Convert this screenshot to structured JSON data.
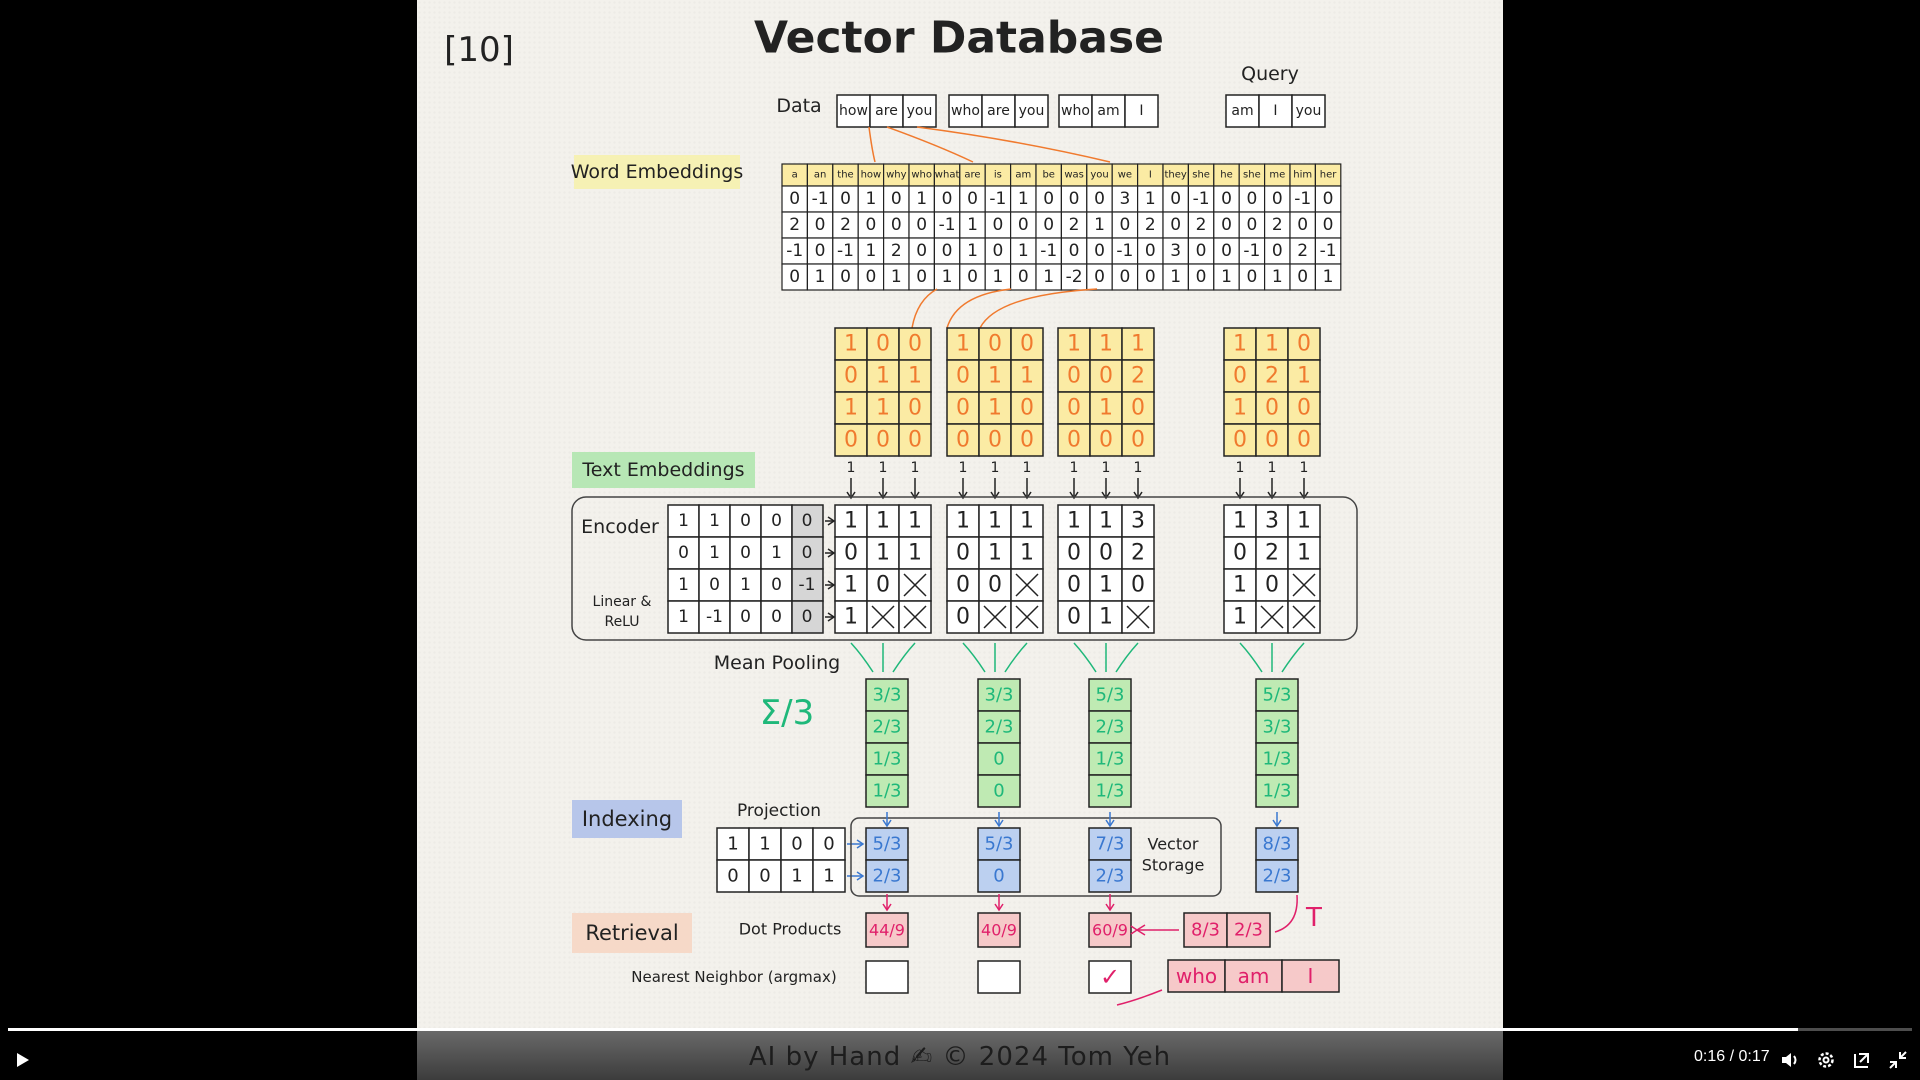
{
  "slide": {
    "number": "[10]",
    "title": "Vector Database",
    "data_label": "Data",
    "query_label": "Query",
    "data_sentences": [
      [
        "how",
        "are",
        "you"
      ],
      [
        "who",
        "are",
        "you"
      ],
      [
        "who",
        "am",
        "I"
      ]
    ],
    "query_words": [
      "am",
      "I",
      "you"
    ],
    "labels": {
      "word_embeddings": "Word Embeddings",
      "text_embeddings": "Text Embeddings",
      "indexing": "Indexing",
      "retrieval": "Retrieval",
      "encoder": "Encoder",
      "linear_relu_1": "Linear &",
      "linear_relu_2": "ReLU",
      "mean_pooling": "Mean Pooling",
      "sigma": "Σ/3",
      "projection": "Projection",
      "vector_storage_1": "Vector",
      "vector_storage_2": "Storage",
      "dot_products": "Dot Products",
      "nearest_neighbor": "Nearest Neighbor (argmax)"
    },
    "vocab": [
      "a",
      "an",
      "the",
      "how",
      "why",
      "who",
      "what",
      "are",
      "is",
      "am",
      "be",
      "was",
      "you",
      "we",
      "I",
      "they",
      "she",
      "he",
      "she",
      "me",
      "him",
      "her"
    ],
    "embedding_rows": [
      [
        "0",
        "-1",
        "0",
        "1",
        "0",
        "1",
        "0",
        "0",
        "-1",
        "1",
        "0",
        "0",
        "0",
        "3",
        "1",
        "0",
        "-1",
        "0",
        "0",
        "0",
        "-1",
        "0"
      ],
      [
        "2",
        "0",
        "2",
        "0",
        "0",
        "0",
        "-1",
        "1",
        "0",
        "0",
        "0",
        "2",
        "1",
        "0",
        "2",
        "0",
        "2",
        "0",
        "0",
        "2",
        "0",
        "0"
      ],
      [
        "-1",
        "0",
        "-1",
        "1",
        "2",
        "0",
        "0",
        "1",
        "0",
        "1",
        "-1",
        "0",
        "0",
        "-1",
        "0",
        "3",
        "0",
        "0",
        "-1",
        "0",
        "2",
        "-1"
      ],
      [
        "0",
        "1",
        "0",
        "0",
        "1",
        "0",
        "1",
        "0",
        "1",
        "0",
        "1",
        "-2",
        "0",
        "0",
        "0",
        "1",
        "0",
        "1",
        "0",
        "1",
        "0",
        "1"
      ]
    ],
    "input_matrices": [
      [
        [
          "1",
          "0",
          "0"
        ],
        [
          "0",
          "1",
          "1"
        ],
        [
          "1",
          "1",
          "0"
        ],
        [
          "0",
          "0",
          "0"
        ]
      ],
      [
        [
          "1",
          "0",
          "0"
        ],
        [
          "0",
          "1",
          "1"
        ],
        [
          "0",
          "1",
          "0"
        ],
        [
          "0",
          "0",
          "0"
        ]
      ],
      [
        [
          "1",
          "1",
          "1"
        ],
        [
          "0",
          "0",
          "2"
        ],
        [
          "0",
          "1",
          "0"
        ],
        [
          "0",
          "0",
          "0"
        ]
      ],
      [
        [
          "1",
          "1",
          "0"
        ],
        [
          "0",
          "2",
          "1"
        ],
        [
          "1",
          "0",
          "0"
        ],
        [
          "0",
          "0",
          "0"
        ]
      ]
    ],
    "bias_ones": [
      "1",
      "1",
      "1"
    ],
    "encoder_weights": [
      [
        "1",
        "1",
        "0",
        "0"
      ],
      [
        "0",
        "1",
        "0",
        "1"
      ],
      [
        "1",
        "0",
        "1",
        "0"
      ],
      [
        "1",
        "-1",
        "0",
        "0"
      ]
    ],
    "encoder_bias": [
      "0",
      "0",
      "-1",
      "0"
    ],
    "encoded_matrices": [
      [
        [
          "1",
          "1",
          "1"
        ],
        [
          "0",
          "1",
          "1"
        ],
        [
          "1",
          "0",
          "X"
        ],
        [
          "1",
          "X",
          "X"
        ]
      ],
      [
        [
          "1",
          "1",
          "1"
        ],
        [
          "0",
          "1",
          "1"
        ],
        [
          "0",
          "0",
          "X"
        ],
        [
          "0",
          "X",
          "X"
        ]
      ],
      [
        [
          "1",
          "1",
          "3"
        ],
        [
          "0",
          "0",
          "2"
        ],
        [
          "0",
          "1",
          "0"
        ],
        [
          "0",
          "1",
          "X"
        ]
      ],
      [
        [
          "1",
          "3",
          "1"
        ],
        [
          "0",
          "2",
          "1"
        ],
        [
          "1",
          "0",
          "X"
        ],
        [
          "1",
          "X",
          "X"
        ]
      ]
    ],
    "pooled": [
      [
        "3/3",
        "2/3",
        "1/3",
        "1/3"
      ],
      [
        "3/3",
        "2/3",
        "0",
        "0"
      ],
      [
        "5/3",
        "2/3",
        "1/3",
        "1/3"
      ],
      [
        "5/3",
        "3/3",
        "1/3",
        "1/3"
      ]
    ],
    "projection_matrix": [
      [
        "1",
        "1",
        "0",
        "0"
      ],
      [
        "0",
        "0",
        "1",
        "1"
      ]
    ],
    "projected": [
      [
        "5/3",
        "2/3"
      ],
      [
        "5/3",
        "0"
      ],
      [
        "7/3",
        "2/3"
      ],
      [
        "8/3",
        "2/3"
      ]
    ],
    "dot_products": [
      "44/9",
      "40/9",
      "60/9"
    ],
    "query_vector_row": [
      "8/3",
      "2/3"
    ],
    "transpose_mark": "T",
    "nn_marks": [
      "",
      "",
      "✓"
    ],
    "answer_words": [
      "who",
      "am",
      "I"
    ],
    "colors": {
      "orange": "#f07a2e",
      "green": "#1fb87a",
      "blue": "#3a78d0",
      "pink": "#e0206a",
      "yellow_cell": "#fbeba4",
      "green_cell": "#bfeab3",
      "blue_cell": "#bcd0f0",
      "pink_cell": "#f6c9c9",
      "label_yellow": "#f6f1b4",
      "label_green": "#b7e7b5",
      "label_blue": "#b7c6ea",
      "label_pink": "#f6d9c8"
    }
  },
  "footer": {
    "text_left": "AI by Hand",
    "pen_icon": "writing-hand-icon",
    "text_right": "©  2024 Tom Yeh"
  },
  "player": {
    "time": "0:16 / 0:17",
    "progress": 0.94,
    "icons": {
      "play": "play-icon",
      "volume": "volume-icon",
      "settings": "gear-icon",
      "miniplayer": "miniplayer-icon",
      "fullscreen_exit": "exit-fullscreen-icon"
    }
  }
}
